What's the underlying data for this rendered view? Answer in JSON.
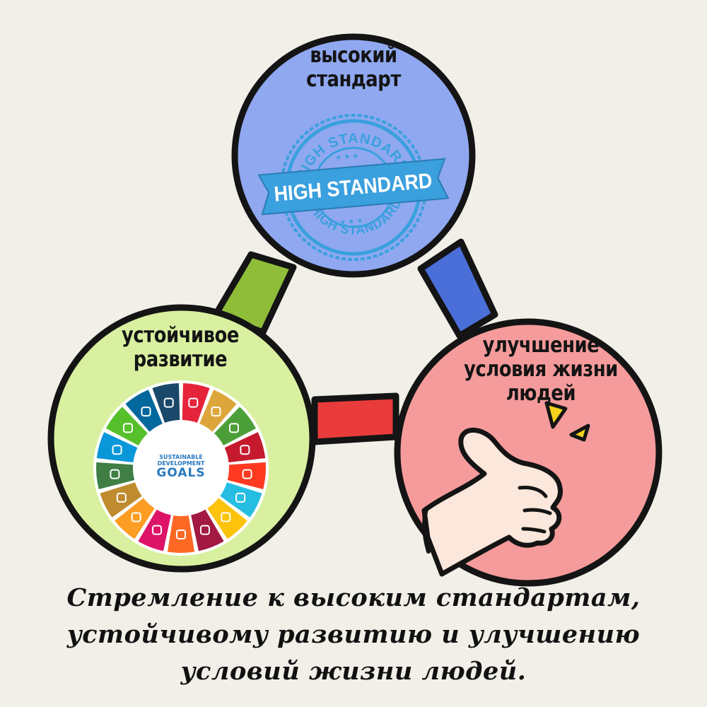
{
  "nodes": {
    "top": {
      "lines": [
        "высокий",
        "стандарт"
      ],
      "fill": "#8fa8f0"
    },
    "left": {
      "lines": [
        "устойчивое",
        "развитие"
      ],
      "fill": "#d9f0a0"
    },
    "right": {
      "lines": [
        "улучшение",
        "условия жизни",
        "людей"
      ],
      "fill": "#f59b9b"
    }
  },
  "connectors": {
    "top_left": "#8fbd3a",
    "top_right": "#4a6fd8",
    "left_right": "#ea3b3b"
  },
  "stamp": {
    "text_main": "HIGH STANDARD",
    "text_arc_top": "HIGH STANDARD",
    "text_arc_bottom": "HIGH STANDARD",
    "color": "#3aa0de"
  },
  "sdg": {
    "line1": "SUSTAINABLE",
    "line2": "DEVELOPMENT",
    "line3": "GOALS",
    "colors": [
      "#e5243b",
      "#dda63a",
      "#4c9f38",
      "#c5192d",
      "#ff3a21",
      "#26bde2",
      "#fcc30b",
      "#a21942",
      "#fd6925",
      "#dd1367",
      "#fd9d24",
      "#bf8b2e",
      "#3f7e44",
      "#0a97d9",
      "#56c02b",
      "#00689d",
      "#19486a"
    ]
  },
  "caption": {
    "lines": [
      "Стремление к высоким стандартам,",
      "устойчивому развитию и улучшению",
      "условий жизни людей."
    ]
  }
}
